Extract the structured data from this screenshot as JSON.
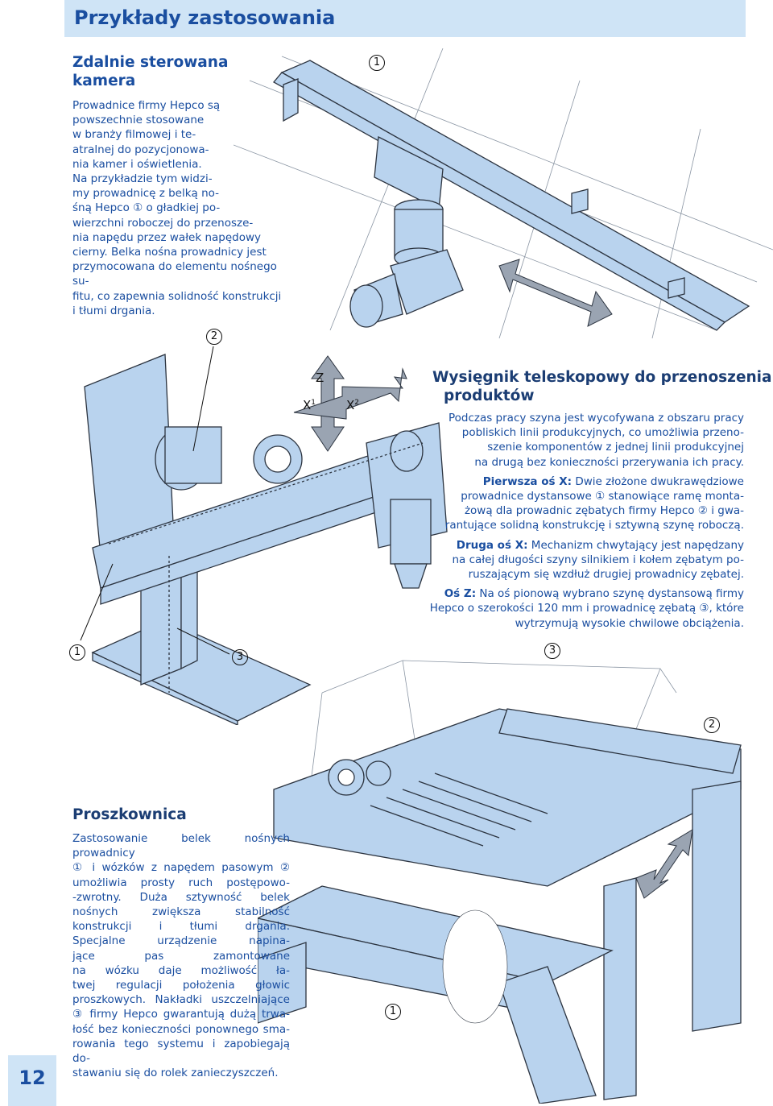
{
  "header": {
    "title": "Przykłady zastosowania"
  },
  "page_number": "12",
  "section_camera": {
    "title_line1": "Zdalnie sterowana",
    "title_line2": "kamera",
    "lines": [
      "Prowadnice firmy Hepco są",
      "powszechnie stosowane",
      "w branży filmowej i te-",
      "atralnej do pozycjonowa-",
      "nia kamer i oświetlenia.",
      "Na przykładzie tym widzi-",
      "my prowadnicę z belką no-",
      "śną Hepco ① o gładkiej po-",
      "wierzchni roboczej do przenosze-",
      "nia napędu przez wałek napędowy",
      "cierny. Belka nośna prowadnicy jest",
      "przymocowana do elementu nośnego su-",
      "fitu, co zapewnia solidność konstrukcji",
      "i tłumi drgania."
    ]
  },
  "section_telescopic": {
    "title_line1": "Wysięgnik teleskopowy do przenoszenia",
    "title_line2": "produktów",
    "intro_lines": [
      "Podczas pracy szyna jest wycofywana z obszaru pracy",
      "pobliskich linii produkcyjnych, co umożliwia przeno-",
      "szenie komponentów z jednej linii produkcyjnej",
      "na drugą bez konieczności przerywania ich pracy."
    ],
    "first_axis_label": "Pierwsza oś X:",
    "first_axis_lines": [
      "Dwie złożone dwukrawędziowe",
      "prowadnice dystansowe ① stanowiące ramę monta-",
      "żową dla prowadnic zębatych firmy Hepco ② i gwa-",
      "rantujące solidną konstrukcję i sztywną szynę roboczą."
    ],
    "second_axis_label": "Druga oś X:",
    "second_axis_lines": [
      "Mechanizm chwytający jest napędzany",
      "na całej długości szyny silnikiem i kołem zębatym po-",
      "ruszającym się wzdłuż drugiej prowadnicy zębatej."
    ],
    "z_axis_label": "Oś Z:",
    "z_axis_lines": [
      "Na oś pionową wybrano szynę dystansową firmy",
      "Hepco o szerokości 120 mm i prowadnicę zębatą ③, które",
      "wytrzymują wysokie chwilowe obciążenia."
    ]
  },
  "section_powder": {
    "title": "Proszkownica",
    "lines": [
      "Zastosowanie belek nośnych prowadnicy",
      "① i wózków z napędem pasowym ②",
      "umożliwia prosty ruch postępowo-",
      "-zwrotny. Duża sztywność belek",
      "nośnych zwiększa stabilność",
      "konstrukcji i tłumi drgania.",
      "Specjalne urządzenie napina-",
      "jące pas zamontowane",
      "na wózku daje możliwość ła-",
      "twej regulacji położenia głowic",
      "proszkowych. Nakładki uszczelniające",
      "③ firmy Hepco gwarantują dużą trwa-",
      "łość bez konieczności ponownego sma-",
      "rowania tego systemu i zapobiegają do-",
      "stawaniu się do rolek zanieczyszczeń."
    ]
  },
  "axis_labels": {
    "z": "Z",
    "x1": "X",
    "x1_sup": "1",
    "x2": "X",
    "x2_sup": "2"
  },
  "callouts": {
    "camera_1": "1",
    "arm_2": "2",
    "arm_1": "1",
    "arm_3": "3",
    "powder_3": "3",
    "powder_2": "2",
    "powder_1": "1"
  },
  "colors": {
    "accent": "#1a4ea0",
    "header_bg": "#cfe4f6",
    "illustration_fill": "#b9d3ee",
    "illustration_stroke": "#2c3440"
  }
}
